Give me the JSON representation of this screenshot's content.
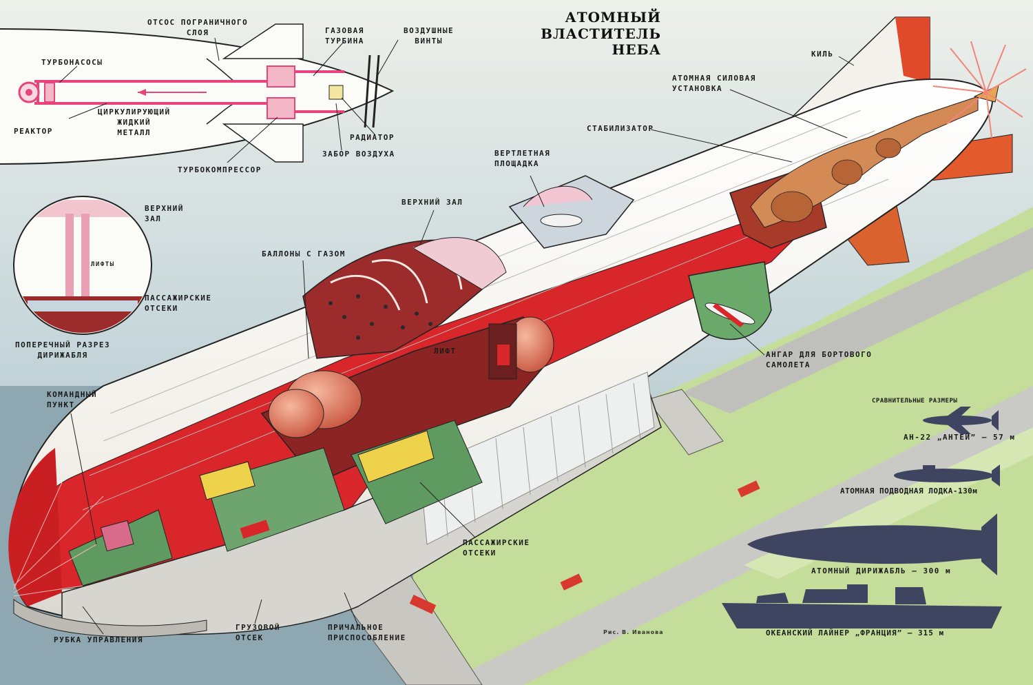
{
  "title": {
    "line1": "АТОМНЫЙ",
    "line2": "ВЛАСТИТЕЛЬ",
    "line3": "НЕБА"
  },
  "credit": "Рис. В. Иванова",
  "engine_schematic": {
    "boundary_layer_suction": [
      "ОТСОС ПОГРАНИЧНОГО",
      "СЛОЯ"
    ],
    "turbopumps": "ТУРБОНАСОСЫ",
    "gas_turbine": [
      "ГАЗОВАЯ",
      "ТУРБИНА"
    ],
    "air_propellers": [
      "ВОЗДУШНЫЕ",
      "ВИНТЫ"
    ],
    "reactor": "РЕАКТОР",
    "liquid_metal": [
      "ЦИРКУЛИРУЮЩИЙ",
      "ЖИДКИЙ",
      "МЕТАЛЛ"
    ],
    "radiator": "РАДИАТОР",
    "air_intake": "ЗАБОР ВОЗДУХА",
    "turbocompressor": "ТУРБОКОМПРЕССОР"
  },
  "cross_section": {
    "upper_hall": [
      "ВЕРХНИЙ",
      "ЗАЛ"
    ],
    "lifts": "ЛИФТЫ",
    "passenger": [
      "ПАССАЖИРСКИЕ",
      "ОТСЕКИ"
    ],
    "caption": [
      "ПОПЕРЕЧНЫЙ  РАЗРЕЗ",
      "ДИРИЖАБЛЯ"
    ]
  },
  "airship_labels": {
    "keel": "КИЛЬ",
    "nuclear_power_plant": [
      "АТОМНАЯ  СИЛОВАЯ",
      "УСТАНОВКА"
    ],
    "stabilizer": "СТАБИЛИЗАТОР",
    "helipad": [
      "ВЕРТЛЕТНАЯ",
      "ПЛОЩАДКА"
    ],
    "upper_hall": "ВЕРХНИЙ  ЗАЛ",
    "gas_cylinders": "БАЛЛОНЫ  С ГАЗОМ",
    "lift": "ЛИФТ",
    "hangar": [
      "АНГАР ДЛЯ БОРТОВОГО",
      "САМОЛЕТА"
    ],
    "command_post": [
      "КОМАНДНЫЙ",
      "ПУНКТ"
    ],
    "passenger_compartments": [
      "ПАССАЖИРСКИЕ",
      "ОТСЕКИ"
    ],
    "control_cabin": "РУБКА УПРАВЛЕНИЯ",
    "cargo": [
      "ГРУЗОВОЙ",
      "ОТСЕК"
    ],
    "mooring": [
      "ПРИЧАЛЬНОЕ",
      "ПРИСПОСОБЛЕНИЕ"
    ]
  },
  "comparison": {
    "heading": "СРАВНИТЕЛЬНЫЕ  РАЗМЕРЫ",
    "items": [
      {
        "label": "АН-22 „АНТЕЙ” — 57 м"
      },
      {
        "label": "АТОМНАЯ ПОДВОДНАЯ ЛОДКА-130м"
      },
      {
        "label": "АТОМНЫЙ  ДИРИЖАБЛЬ  — 300 м"
      },
      {
        "label": "ОКЕАНСКИЙ  ЛАЙНЕР „ФРАНЦИЯ” — 315 м"
      }
    ]
  },
  "colors": {
    "sky": "#c9d9dc",
    "ground": "#c5dd9a",
    "hull": "#f6f4ee",
    "hull_red": "#d8262b",
    "interior": "#9c2b2b",
    "gas": "#e5856a",
    "silhouette": "#3f4560",
    "pipe": "#e8437a",
    "line": "#222222"
  }
}
